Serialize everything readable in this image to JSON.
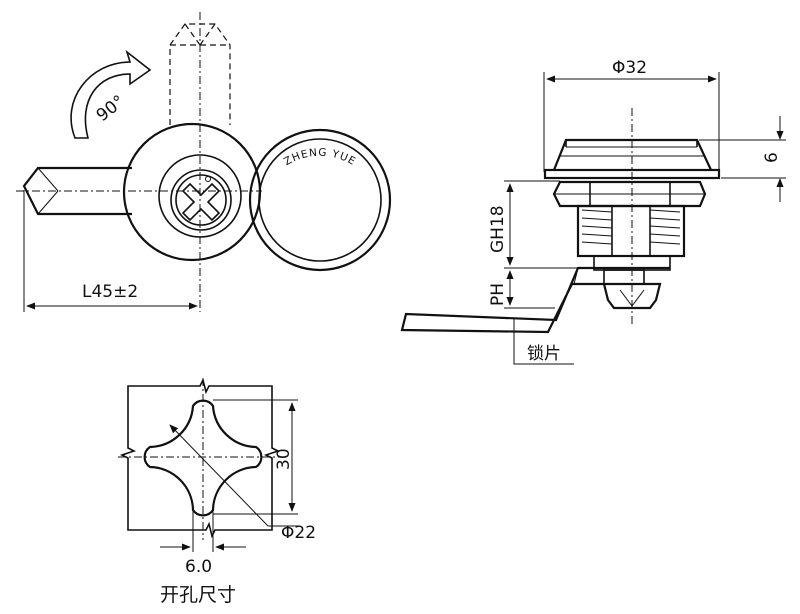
{
  "labels": {
    "rotation": "90°",
    "length": "L45±2",
    "diameter_top": "Φ32",
    "height_6": "6",
    "gh18": "GH18",
    "ph": "PH",
    "cam": "锁片",
    "cutout_height": "30",
    "cutout_diameter": "Φ22",
    "cutout_width": "6.0",
    "cutout_title": "开孔尺寸"
  },
  "logo_text": "ZHENG YUE"
}
